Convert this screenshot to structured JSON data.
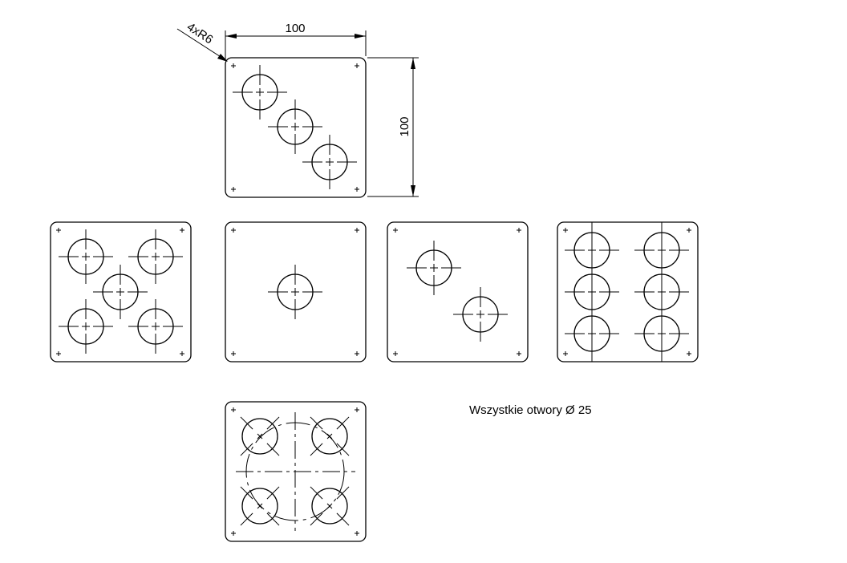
{
  "dimensions": {
    "width_label": "100",
    "height_label": "100",
    "radius_label": "4xR6"
  },
  "note": "Wszystkie otwory Ø 25",
  "colors": {
    "line": "#000000",
    "background": "#ffffff"
  },
  "plate_variants": [
    {
      "name": "three-diagonal",
      "holes": 3
    },
    {
      "name": "five-quincunx",
      "holes": 5
    },
    {
      "name": "single-center",
      "holes": 1
    },
    {
      "name": "two-diagonal",
      "holes": 2
    },
    {
      "name": "six-grid",
      "holes": 6
    },
    {
      "name": "four-bolt-circle",
      "holes": 4
    }
  ]
}
